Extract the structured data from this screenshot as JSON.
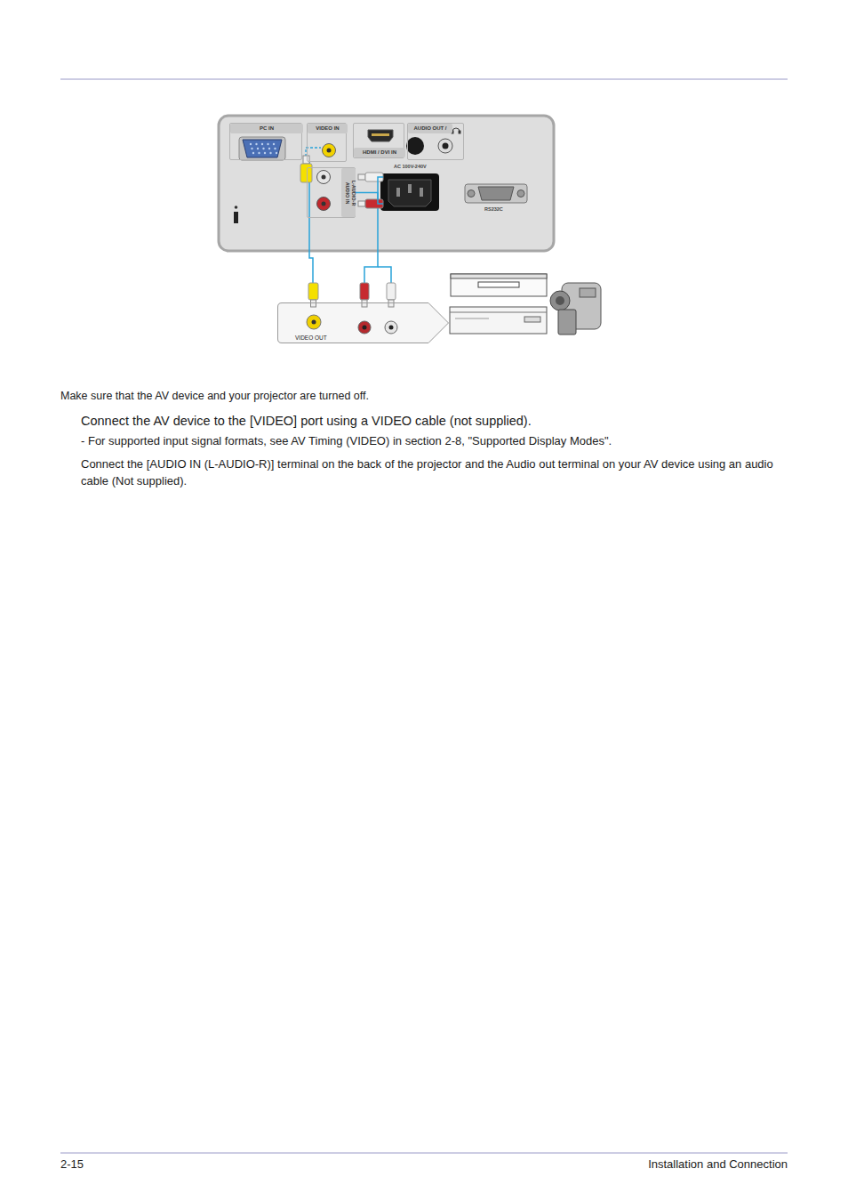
{
  "diagram": {
    "nodes": [
      {
        "text": [
          "PC IN"
        ]
      },
      {
        "text": [
          "VIDEO IN"
        ]
      },
      {
        "text": [
          "HDMI / DVI IN"
        ]
      },
      {
        "text": [
          "AUDIO OUT /"
        ]
      },
      {
        "text": [
          "L-AUDIO-R",
          "AUDIO IN"
        ]
      },
      {
        "text": [
          "VIDEO OUT"
        ]
      }
    ],
    "edges": [
      {
        "from": 1,
        "to": 5,
        "arrow": "none"
      },
      {
        "from": 4,
        "to": 5,
        "arrow": "none"
      }
    ],
    "labels": [
      "AC 100V-240V",
      "RS232C",
      "Make sure that the AV device and your projector are turned off.",
      "Connect the AV device to the [VIDEO] port using a VIDEO cable (not supplied).",
      "- For supported input signal formats, see AV Timing (VIDEO) in section 2-8, \"Supported Display Modes\".",
      "Connect the [AUDIO IN (L-AUDIO-R)] terminal on the back of the projector and the Audio out terminal on your AV device using an audio cable (Not supplied).",
      "2-15",
      "Installation and Connection"
    ]
  }
}
